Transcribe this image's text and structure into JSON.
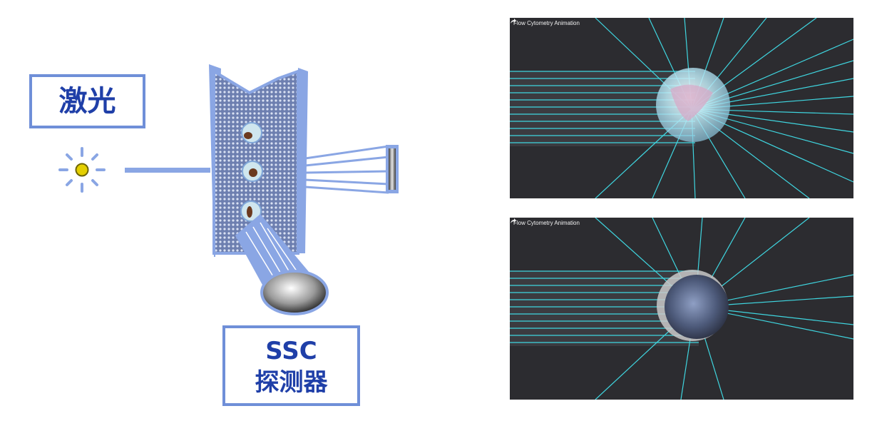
{
  "laser_label": "激光",
  "detector_label": {
    "line1": "SSC",
    "line2": "探测器"
  },
  "videos": [
    {
      "title": "Flow Cytometry Animation",
      "share_icon": "share-icon"
    },
    {
      "title": "Flow Cytometry Animation",
      "share_icon": "share-icon"
    }
  ],
  "colors": {
    "label_border": "#6f8fd8",
    "label_text": "#1f3fa8",
    "beam": "#8aa6e4",
    "video_bg": "#2c2c30",
    "laser_rays": "#3fd6e0"
  }
}
